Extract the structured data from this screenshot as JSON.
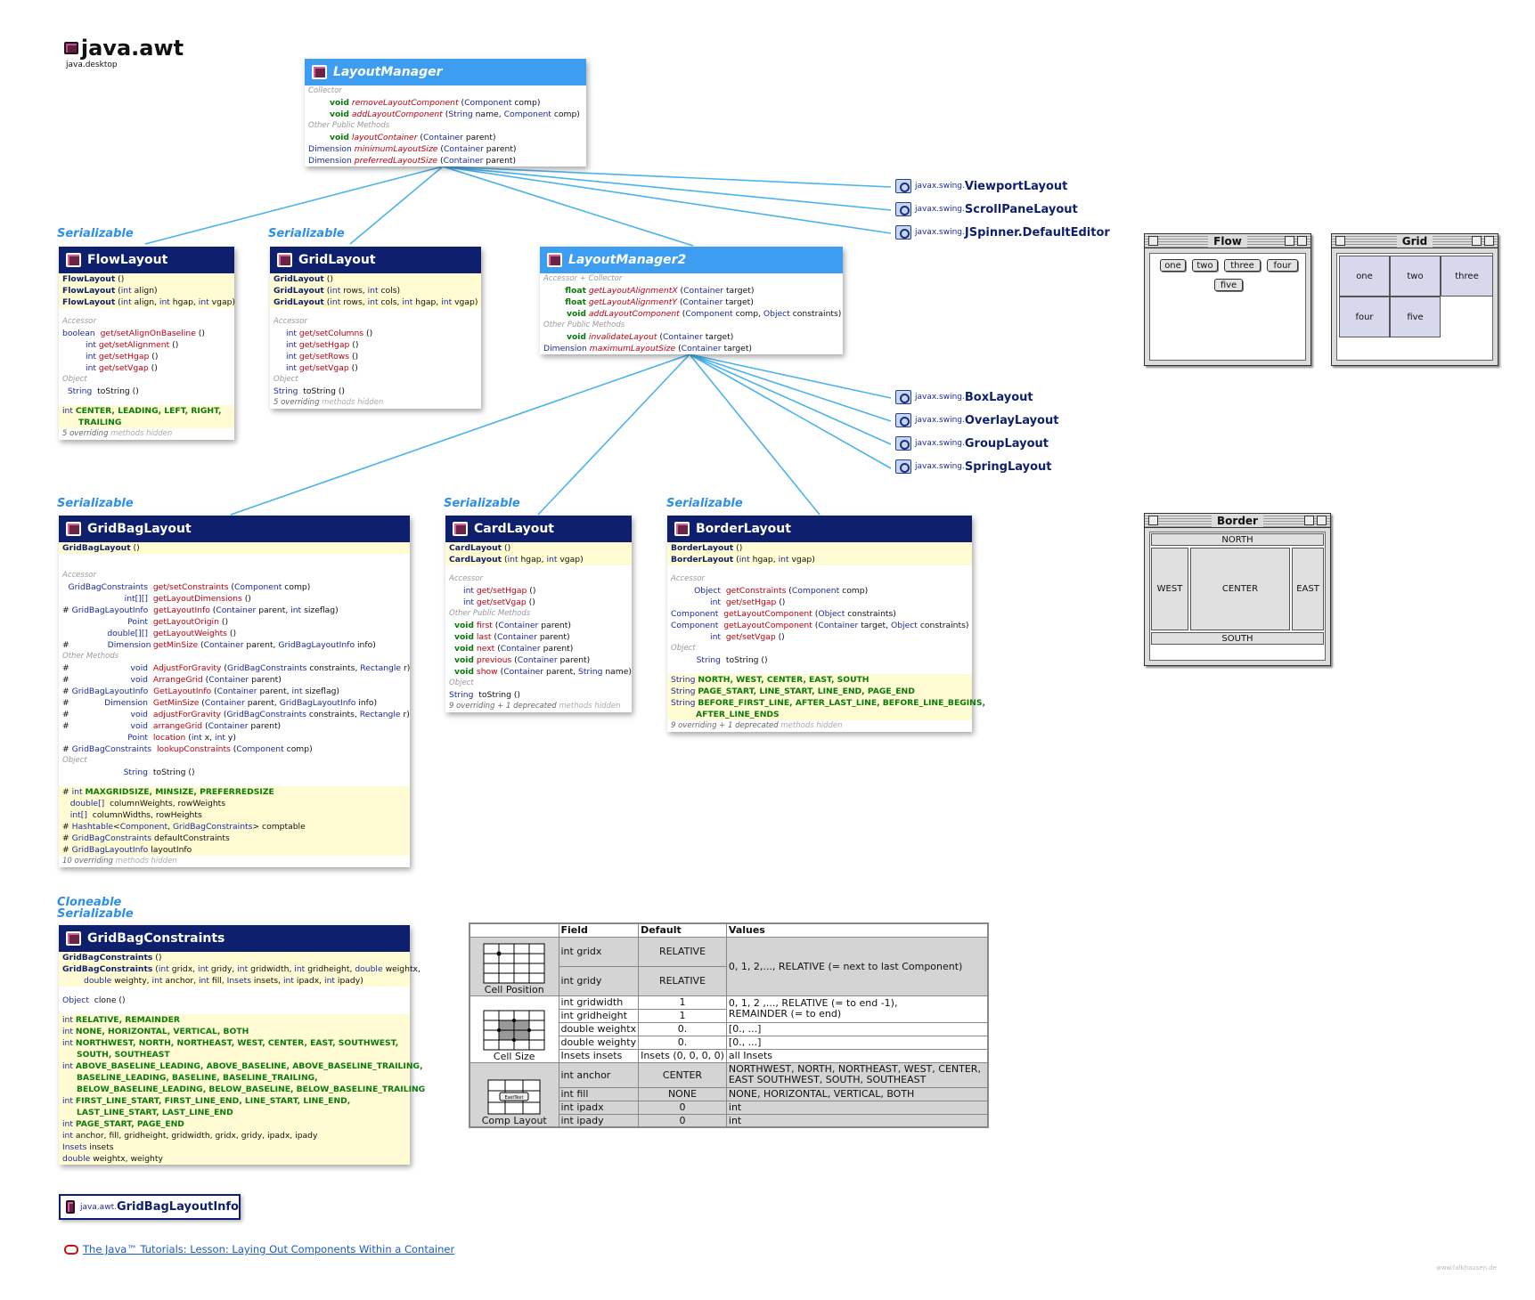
{
  "header": {
    "title": "java.awt",
    "module": "java.desktop"
  },
  "stereotypes": {
    "flow": "Serializable",
    "grid": "Serializable",
    "gridbag": "Serializable",
    "card": "Serializable",
    "border": "Serializable",
    "gbc1": "Cloneable",
    "gbc2": "Serializable"
  },
  "classes": {
    "layoutManager": {
      "name": "LayoutManager",
      "sec1": "Collector",
      "sec2": "Other Public Methods"
    },
    "layoutManager2": {
      "name": "LayoutManager2",
      "sec1": "Accessor + Collector",
      "sec2": "Other Public Methods"
    },
    "flowLayout": {
      "name": "FlowLayout",
      "sec1": "Accessor",
      "sec2": "Object",
      "fields": "CENTER, LEADING, LEFT, RIGHT,",
      "fields2": "TRAILING",
      "foot": "5 overriding",
      "hidden": "methods hidden"
    },
    "gridLayout": {
      "name": "GridLayout",
      "sec1": "Accessor",
      "sec2": "Object",
      "foot": "5 overriding",
      "hidden": "methods hidden"
    },
    "gridBagLayout": {
      "name": "GridBagLayout",
      "sec1": "Accessor",
      "sec2": "Other Methods",
      "sec3": "Object",
      "foot": "10 overriding",
      "hidden": "methods hidden"
    },
    "cardLayout": {
      "name": "CardLayout",
      "sec1": "Accessor",
      "sec2": "Other Public Methods",
      "sec3": "Object",
      "foot": "9 overriding + 1 deprecated",
      "hidden": "methods hidden"
    },
    "borderLayout": {
      "name": "BorderLayout",
      "sec1": "Accessor",
      "sec2": "Object",
      "foot": "9 overriding + 1 deprecated",
      "hidden": "methods hidden"
    },
    "gridBagConstraints": {
      "name": "GridBagConstraints"
    }
  },
  "externals": {
    "prefix": "javax.swing.",
    "items": [
      "ViewportLayout",
      "ScrollPaneLayout",
      "JSpinner.DefaultEditor",
      "BoxLayout",
      "OverlayLayout",
      "GroupLayout",
      "SpringLayout"
    ]
  },
  "gridBagLayoutInfo": {
    "prefix": "java.awt.",
    "name": "GridBagLayoutInfo"
  },
  "tutorial_link": "The Java™ Tutorials: Lesson: Laying Out Components Within a Container",
  "credit": "www.falkhausen.de",
  "samples": {
    "flow": {
      "title": "Flow",
      "buttons": [
        "one",
        "two",
        "three",
        "four",
        "five"
      ]
    },
    "grid": {
      "title": "Grid",
      "cells": [
        "one",
        "two",
        "three",
        "four",
        "five"
      ]
    },
    "border": {
      "title": "Border",
      "north": "NORTH",
      "west": "WEST",
      "center": "CENTER",
      "east": "EAST",
      "south": "SOUTH"
    }
  },
  "gridbag_table": {
    "headers": [
      "Field",
      "Default",
      "Values"
    ],
    "groups": [
      "Cell Position",
      "Cell Size",
      "Comp Layout"
    ],
    "rows": [
      {
        "field": "int gridx",
        "default": "RELATIVE"
      },
      {
        "field": "int gridy",
        "default": "RELATIVE"
      },
      {
        "field": "int gridwidth",
        "default": "1"
      },
      {
        "field": "int gridheight",
        "default": "1"
      },
      {
        "field": "double weightx",
        "default": "0."
      },
      {
        "field": "double weighty",
        "default": "0."
      },
      {
        "field": "Insets insets",
        "default": "Insets (0, 0, 0, 0)"
      },
      {
        "field": "int anchor",
        "default": "CENTER"
      },
      {
        "field": "int fill",
        "default": "NONE"
      },
      {
        "field": "int ipadx",
        "default": "0"
      },
      {
        "field": "int ipady",
        "default": "0"
      }
    ],
    "values": {
      "grid": "0, 1, 2,..., RELATIVE (= next to last Component)",
      "span1": "0, 1, 2 ,..., RELATIVE (= to end -1),",
      "span2": "REMAINDER (= to end)",
      "weightx": "[0., ...]",
      "weighty": "[0., ...]",
      "insets": "all Insets",
      "anchor1": "NORTHWEST, NORTH, NORTHEAST, WEST, CENTER,",
      "anchor2": "EAST SOUTHWEST, SOUTH, SOUTHEAST",
      "fill": "NONE, HORIZONTAL, VERTICAL, BOTH",
      "ipadx": "int",
      "ipady": "int"
    },
    "anchor_icon": "EastText"
  }
}
